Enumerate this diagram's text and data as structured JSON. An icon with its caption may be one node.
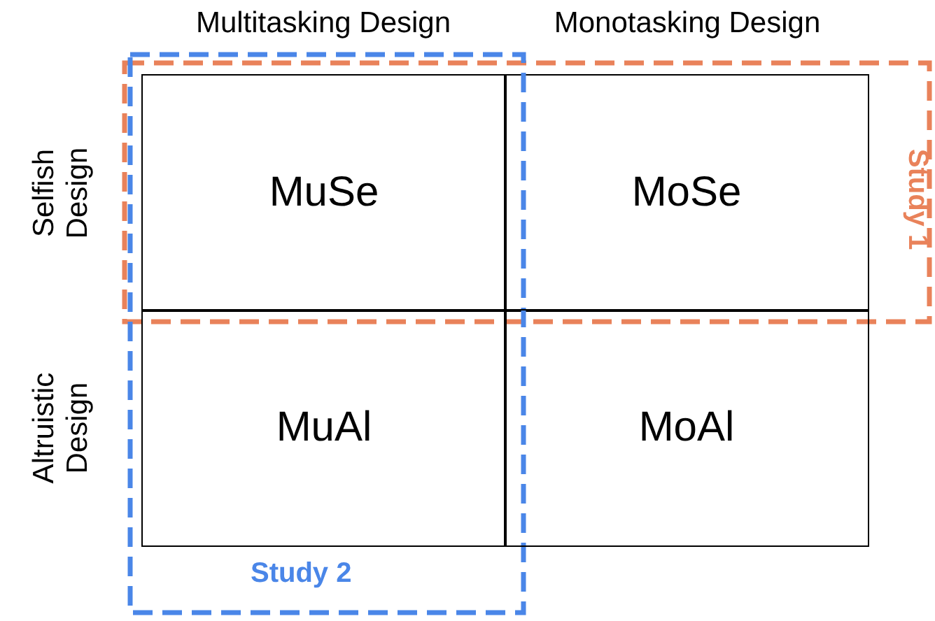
{
  "diagram": {
    "nodes": [
      {
        "text": [
          "Study 1"
        ]
      },
      {
        "text": [
          "Study 2"
        ]
      },
      {
        "text": [
          "MuSe"
        ]
      },
      {
        "text": [
          "MoSe"
        ],
        "in": 0
      },
      {
        "text": [
          "MuAl"
        ],
        "in": 1
      },
      {
        "text": [
          "MoAl"
        ]
      }
    ],
    "labels": [
      "Multitasking Design",
      "Monotasking Design",
      "Selfish Design",
      "Altruistic Design"
    ]
  }
}
